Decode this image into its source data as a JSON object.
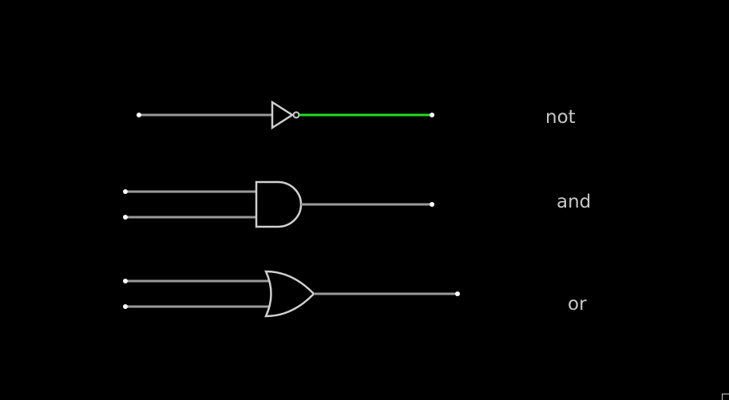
{
  "colors": {
    "background": "#000000",
    "wire_inactive": "#9a9a9a",
    "wire_active": "#22dd22",
    "gate_outline": "#cfcfcf",
    "pin": "#ffffff",
    "label": "#c8c8c8"
  },
  "gates": [
    {
      "type": "not",
      "label": "not",
      "output_active": true
    },
    {
      "type": "and",
      "label": "and",
      "output_active": false
    },
    {
      "type": "or",
      "label": "or",
      "output_active": false
    }
  ]
}
